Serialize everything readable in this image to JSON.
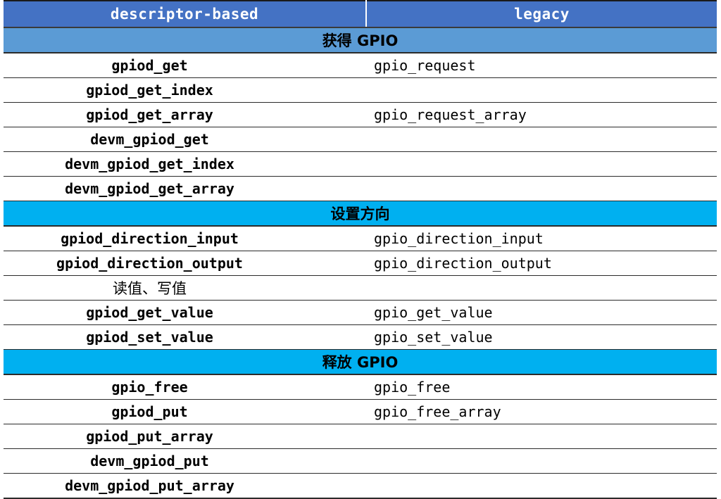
{
  "table": {
    "columns": [
      {
        "label": "descriptor-based",
        "key": "descriptor"
      },
      {
        "label": "legacy",
        "key": "legacy"
      }
    ],
    "colors": {
      "header_blue": "#4472C4",
      "section_medium_blue": "#5B9BD5",
      "section_cyan": "#00B0F0",
      "text": "#000000",
      "header_text": "#FFFFFF",
      "background": "#FFFFFF",
      "rule": "#2B2B2B"
    },
    "sections": [
      {
        "title": "获得 GPIO",
        "style": "medium-blue",
        "rows": [
          {
            "descriptor": "gpiod_get",
            "legacy": "gpio_request"
          },
          {
            "descriptor": "gpiod_get_index",
            "legacy": ""
          },
          {
            "descriptor": "gpiod_get_array",
            "legacy": "gpio_request_array"
          },
          {
            "descriptor": "devm_gpiod_get",
            "legacy": ""
          },
          {
            "descriptor": "devm_gpiod_get_index",
            "legacy": ""
          },
          {
            "descriptor": "devm_gpiod_get_array",
            "legacy": ""
          }
        ]
      },
      {
        "title": "设置方向",
        "style": "cyan",
        "rows": [
          {
            "descriptor": "gpiod_direction_input",
            "legacy": "gpio_direction_input"
          },
          {
            "descriptor": "gpiod_direction_output",
            "legacy": "gpio_direction_output"
          }
        ]
      },
      {
        "title": "读值、写值",
        "style": "plain",
        "rows": [
          {
            "descriptor": "gpiod_get_value",
            "legacy": "gpio_get_value"
          },
          {
            "descriptor": "gpiod_set_value",
            "legacy": "gpio_set_value"
          }
        ]
      },
      {
        "title": "释放 GPIO",
        "style": "cyan",
        "rows": [
          {
            "descriptor": "gpio_free",
            "legacy": "gpio_free"
          },
          {
            "descriptor": "gpiod_put",
            "legacy": "gpio_free_array"
          },
          {
            "descriptor": "gpiod_put_array",
            "legacy": ""
          },
          {
            "descriptor": "devm_gpiod_put",
            "legacy": ""
          },
          {
            "descriptor": "devm_gpiod_put_array",
            "legacy": ""
          }
        ]
      }
    ]
  }
}
